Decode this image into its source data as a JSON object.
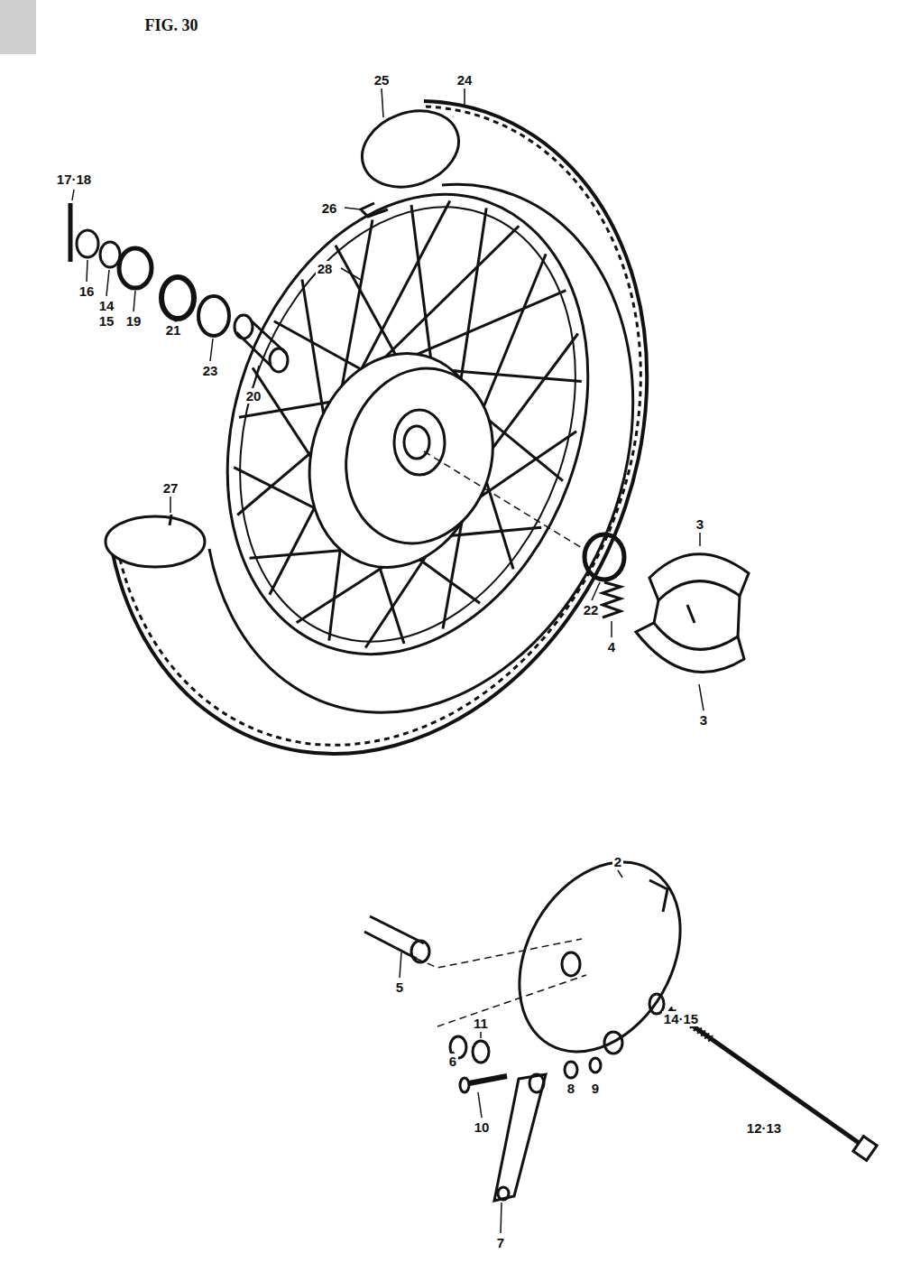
{
  "diagram": {
    "title": "FIG. 30",
    "labels": [
      "24",
      "25",
      "17·18",
      "26",
      "28",
      "16",
      "14",
      "15",
      "19",
      "21",
      "23",
      "20",
      "27",
      "3",
      "22",
      "4",
      "3",
      "2",
      "5",
      "11",
      "14·15",
      "6",
      "10",
      "8",
      "9",
      "12·13",
      "7"
    ]
  }
}
